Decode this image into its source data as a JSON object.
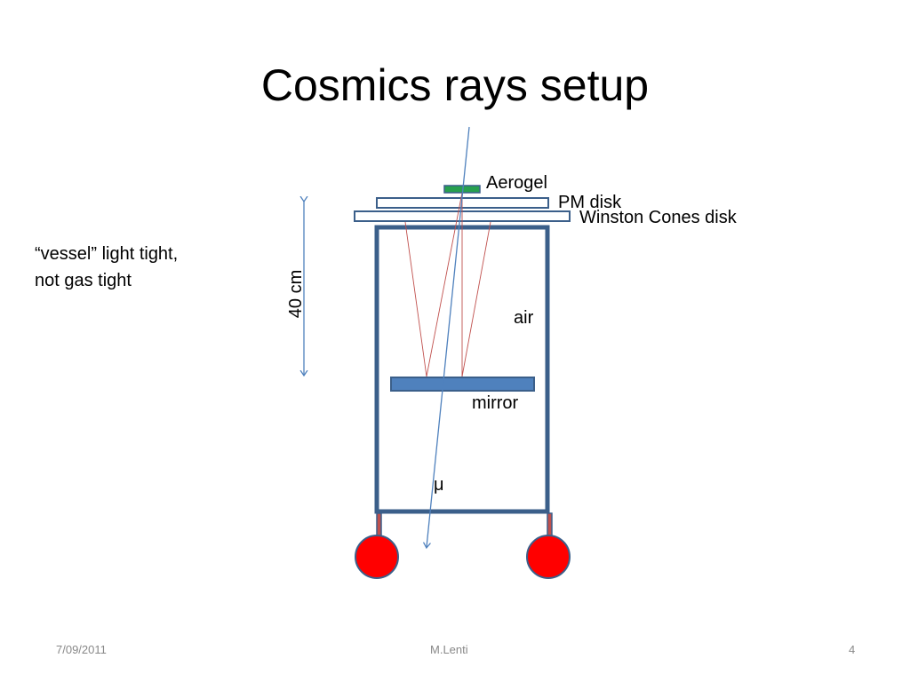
{
  "title": "Cosmics rays setup",
  "note": {
    "line1": "“vessel” light tight,",
    "line2": "not gas tight"
  },
  "labels": {
    "aerogel": "Aerogel",
    "pm_disk": "PM disk",
    "winston_cones": "Winston Cones disk",
    "dimension": "40 cm",
    "air": "air",
    "mirror": "mirror",
    "muon": "μ"
  },
  "footer": {
    "date": "7/09/2011",
    "author": "M.Lenti",
    "page": "4"
  },
  "colors": {
    "vessel": "#3b5f8a",
    "disk_outline": "#3b5f8a",
    "mirror": "#4f81bd",
    "aerogel": "#27a04f",
    "light_rays": "#c0504d",
    "muon_track": "#4f81bd",
    "wheels": "#ff0000",
    "dimension_arrow": "#4f81bd"
  }
}
